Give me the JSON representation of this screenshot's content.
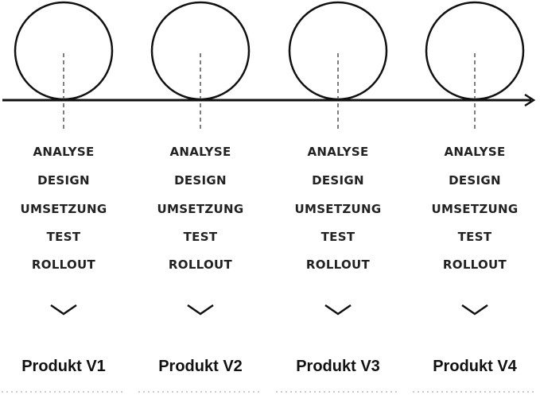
{
  "diagram": {
    "type": "iterative-timeline",
    "iterations": [
      {
        "phases": [
          "ANALYSE",
          "DESIGN",
          "UMSETZUNG",
          "TEST",
          "ROLLOUT"
        ],
        "product": "Produkt V1"
      },
      {
        "phases": [
          "ANALYSE",
          "DESIGN",
          "UMSETZUNG",
          "TEST",
          "ROLLOUT"
        ],
        "product": "Produkt V2"
      },
      {
        "phases": [
          "ANALYSE",
          "DESIGN",
          "UMSETZUNG",
          "TEST",
          "ROLLOUT"
        ],
        "product": "Produkt V3"
      },
      {
        "phases": [
          "ANALYSE",
          "DESIGN",
          "UMSETZUNG",
          "TEST",
          "ROLLOUT"
        ],
        "product": "Produkt V4"
      }
    ],
    "icons": {
      "iteration": "circle-icon",
      "result": "chevron-down-icon",
      "timeline": "arrow-right-icon"
    },
    "colors": {
      "stroke": "#111111",
      "text": "#222222",
      "dots": "#bbbbbb"
    }
  }
}
